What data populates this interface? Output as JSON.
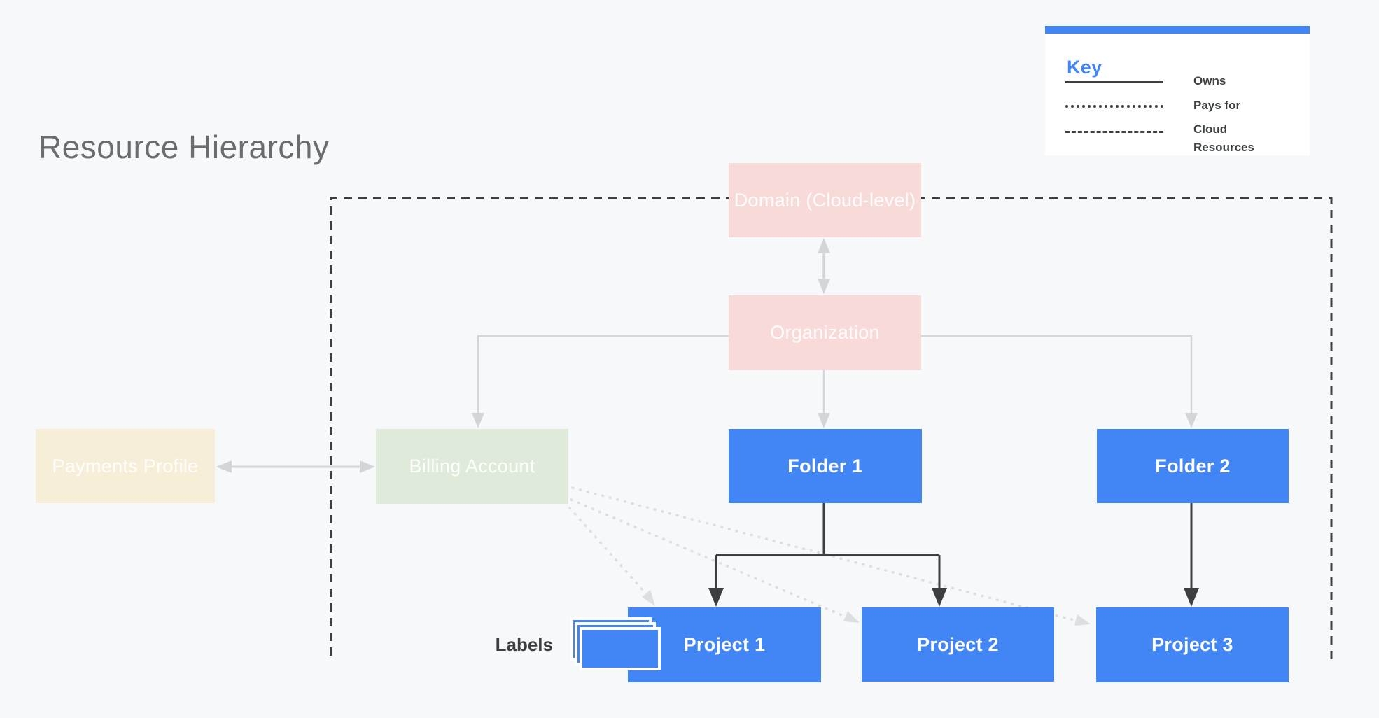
{
  "title": "Resource Hierarchy",
  "key": {
    "title": "Key",
    "entries": [
      {
        "style": "solid",
        "label": "Owns"
      },
      {
        "style": "dotted",
        "label": "Pays for"
      },
      {
        "style": "dashed",
        "label": "Cloud Resources"
      }
    ]
  },
  "nodes": {
    "domain": {
      "label": "Domain (Cloud-level)",
      "color": "#f8dbd9"
    },
    "organization": {
      "label": "Organization",
      "color": "#f8dbd9"
    },
    "payments_profile": {
      "label": "Payments Profile",
      "color": "#f6eed6"
    },
    "billing_account": {
      "label": "Billing Account",
      "color": "#dfeadb"
    },
    "folder1": {
      "label": "Folder 1",
      "color": "#4285f4"
    },
    "folder2": {
      "label": "Folder 2",
      "color": "#4285f4"
    },
    "project1": {
      "label": "Project 1",
      "color": "#4285f4"
    },
    "project2": {
      "label": "Project 2",
      "color": "#4285f4"
    },
    "project3": {
      "label": "Project 3",
      "color": "#4285f4"
    }
  },
  "labels_caption": "Labels",
  "colors": {
    "background": "#f7f8fa",
    "accent_blue": "#4285f4",
    "label_card_blue": "#4285f4",
    "pastel_pink": "#f8dbd9",
    "pastel_green": "#dfeadb",
    "pastel_cream": "#f6eed6",
    "owns_connector": "#d3d6d9",
    "pays_for_connector": "#dcdee1",
    "boundary_and_dark_connector": "#3c4043",
    "title_text": "#6a6d70"
  }
}
